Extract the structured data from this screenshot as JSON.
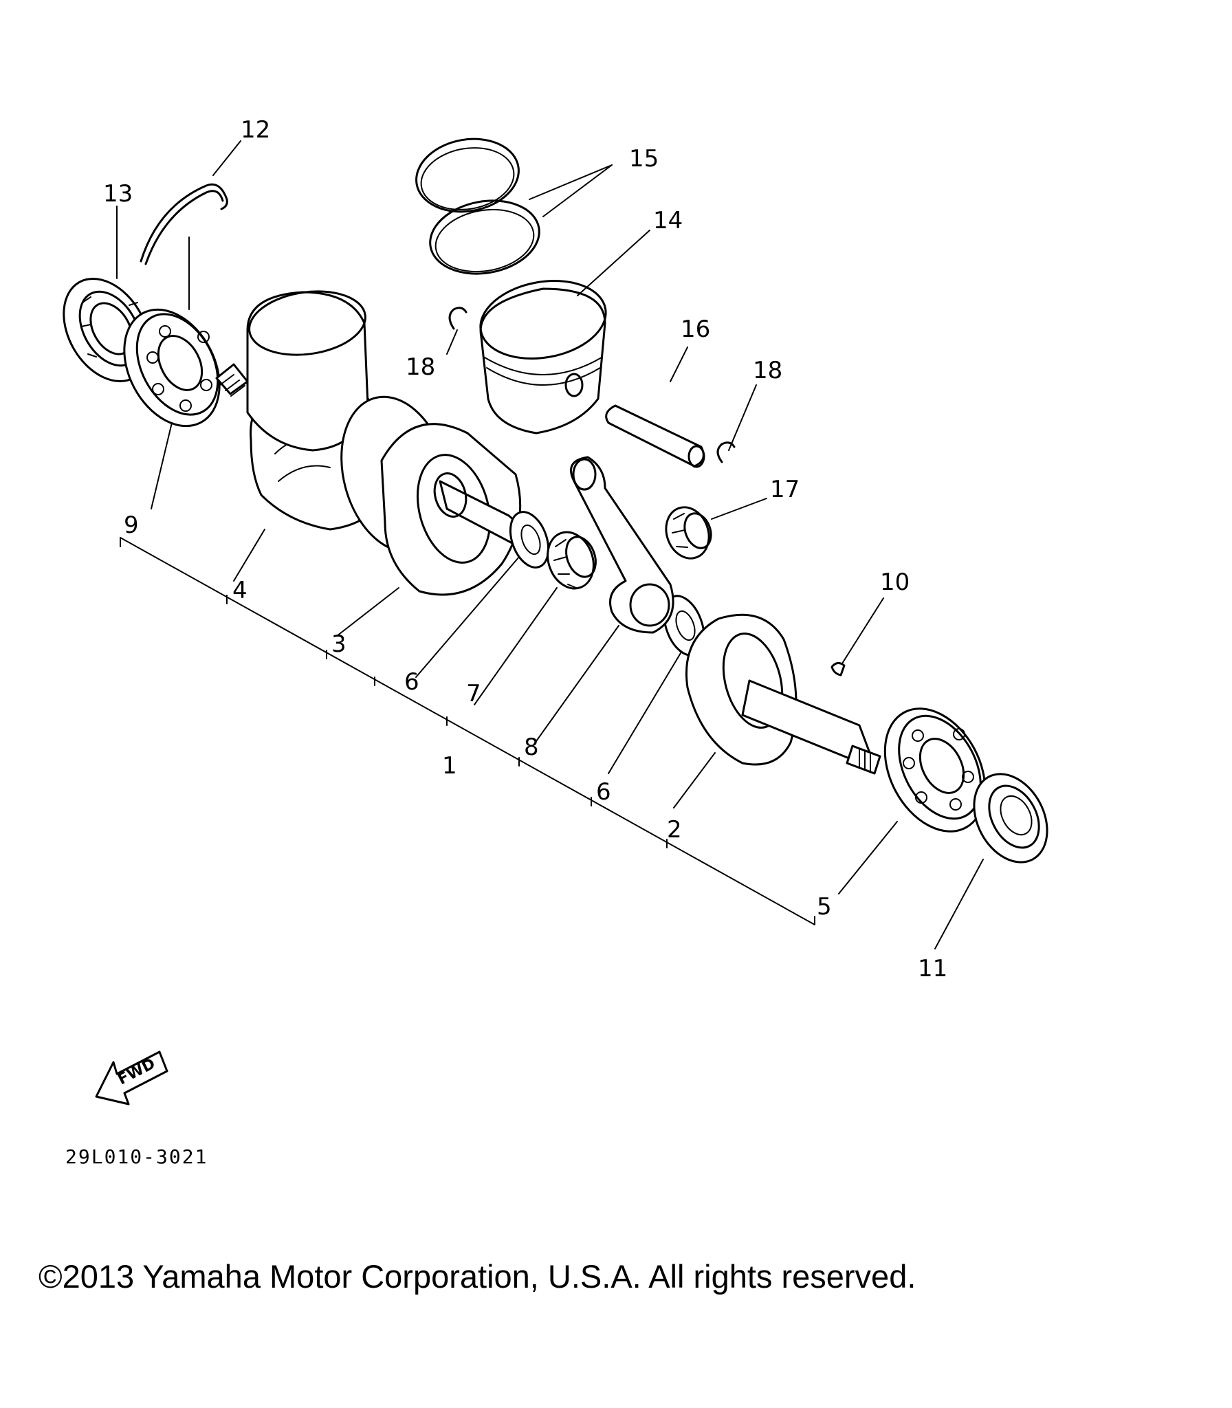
{
  "callouts": [
    "1",
    "2",
    "3",
    "4",
    "5",
    "6",
    "6",
    "7",
    "8",
    "9",
    "10",
    "11",
    "12",
    "13",
    "14",
    "15",
    "16",
    "17",
    "18",
    "18"
  ],
  "direction_label": "FWD",
  "diagram_code": "29L010-3021",
  "copyright": "©2013 Yamaha Motor Corporation, U.S.A. All rights reserved."
}
